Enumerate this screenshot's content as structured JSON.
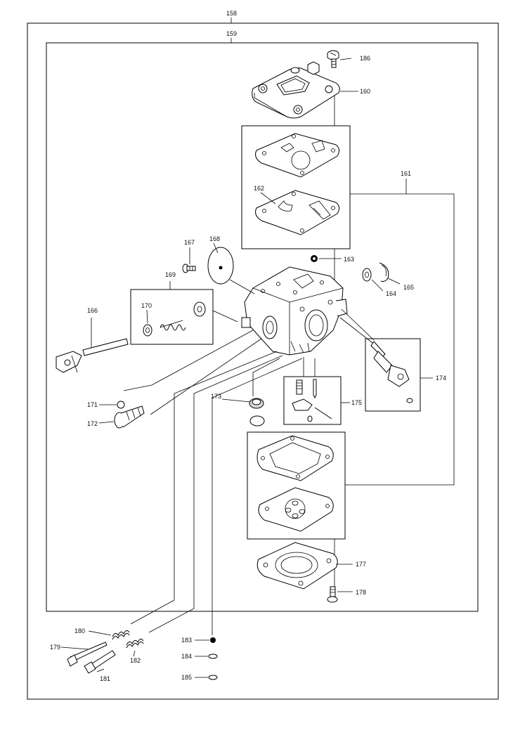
{
  "diagram": {
    "labels": {
      "p158": "158",
      "p159": "159",
      "p160": "160",
      "p161": "161",
      "p162": "162",
      "p163": "163",
      "p164": "164",
      "p165": "165",
      "p166": "166",
      "p167": "167",
      "p168": "168",
      "p169": "169",
      "p170": "170",
      "p171": "171",
      "p172": "172",
      "p173": "173",
      "p174": "174",
      "p175": "175",
      "p177": "177",
      "p178": "178",
      "p179": "179",
      "p180": "180",
      "p181": "181",
      "p182": "182",
      "p183": "183",
      "p184": "184",
      "p185": "185",
      "p186": "186"
    }
  }
}
